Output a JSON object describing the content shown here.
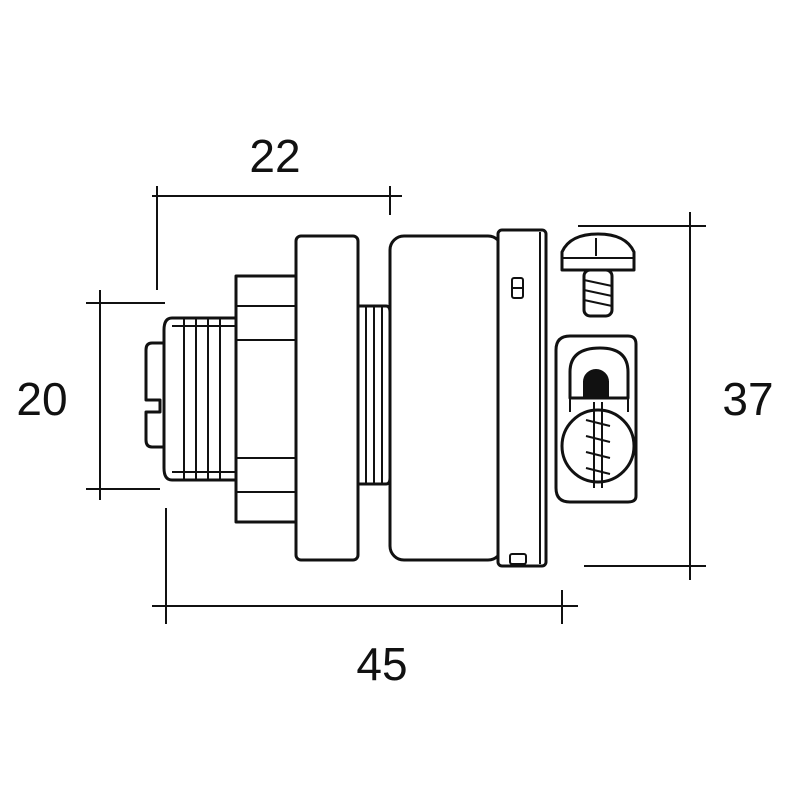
{
  "dimensions": {
    "top_width": "22",
    "left_height": "20",
    "right_height": "37",
    "bottom_width": "45"
  }
}
